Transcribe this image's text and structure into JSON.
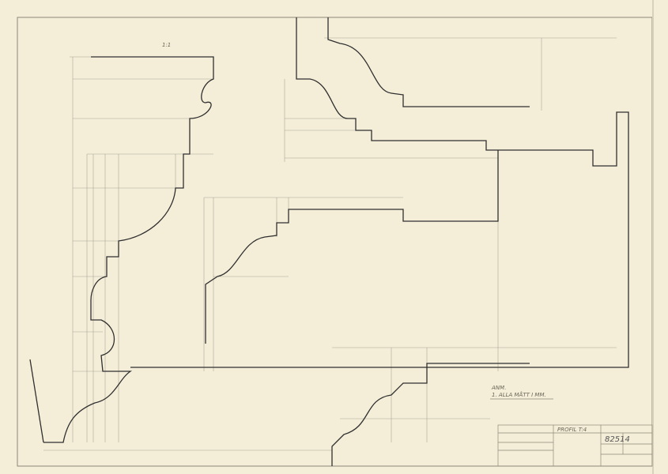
{
  "drawing": {
    "number": "82514",
    "title_line": "PROFIL T:4",
    "note_heading": "ANM.",
    "note_text": "1. ALLA MÅTT I MM.",
    "scale": "1:1"
  },
  "colors": {
    "paper": "#f4eed8",
    "ink": "#3a3a3a",
    "faint": "#9a9588"
  }
}
